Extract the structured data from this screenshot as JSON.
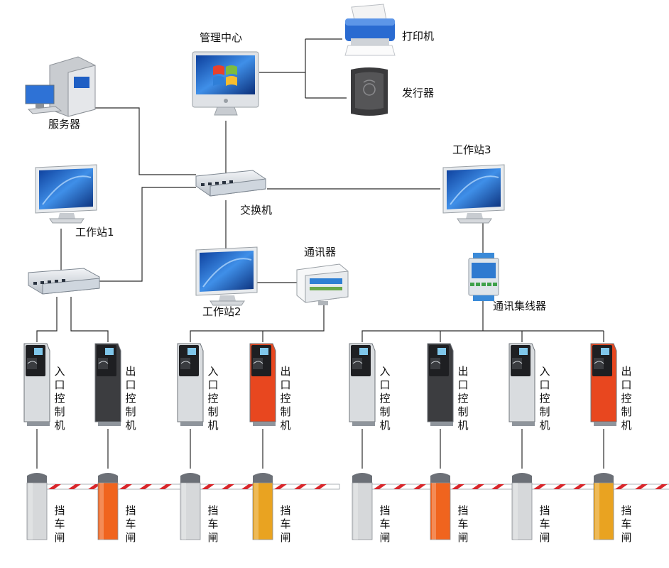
{
  "nodes": {
    "management_center": "管理中心",
    "printer": "打印机",
    "card_issuer": "发行器",
    "server": "服务器",
    "switch": "交换机",
    "workstation1": "工作站1",
    "workstation2": "工作站2",
    "workstation3": "工作站3",
    "communicator": "通讯器",
    "comm_hub": "通讯集线器"
  },
  "gates": [
    {
      "terminal": "入口控制机",
      "barrier": "挡车闸",
      "terminal_color": "#d9dcdf",
      "barrier_color": "#d6d8da"
    },
    {
      "terminal": "出口控制机",
      "barrier": "挡车闸",
      "terminal_color": "#3c3d40",
      "barrier_color": "#f0641e"
    },
    {
      "terminal": "入口控制机",
      "barrier": "挡车闸",
      "terminal_color": "#d9dcdf",
      "barrier_color": "#d6d8da"
    },
    {
      "terminal": "出口控制机",
      "barrier": "挡车闸",
      "terminal_color": "#e8471f",
      "barrier_color": "#e9a321"
    },
    {
      "terminal": "入口控制机",
      "barrier": "挡车闸",
      "terminal_color": "#d9dcdf",
      "barrier_color": "#d6d8da"
    },
    {
      "terminal": "出口控制机",
      "barrier": "挡车闸",
      "terminal_color": "#3c3d40",
      "barrier_color": "#f0641e"
    },
    {
      "terminal": "入口控制机",
      "barrier": "挡车闸",
      "terminal_color": "#d9dcdf",
      "barrier_color": "#d6d8da"
    },
    {
      "terminal": "出口控制机",
      "barrier": "挡车闸",
      "terminal_color": "#e8471f",
      "barrier_color": "#e9a321"
    }
  ],
  "colors": {
    "line": "#2b2b2b",
    "screen": "#1d63c9",
    "boom_red": "#d9262b"
  },
  "icons": [
    "imac-icon",
    "printer-icon",
    "card-reader-icon",
    "server-icon",
    "switch-icon",
    "monitor-icon",
    "converter-icon",
    "hub-icon",
    "terminal-icon",
    "barrier-icon"
  ]
}
